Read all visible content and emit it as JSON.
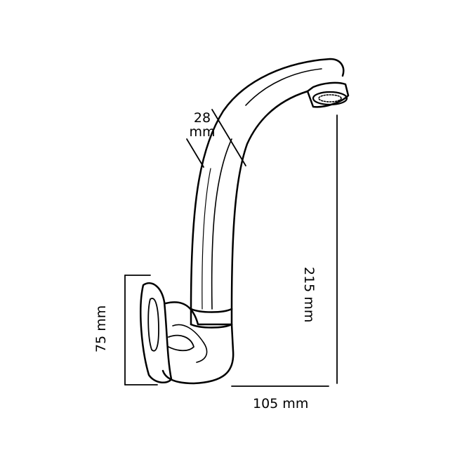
{
  "diagram": {
    "dimensions": {
      "spout_diameter_value": "28",
      "spout_diameter_unit": "mm",
      "total_height": "215 mm",
      "base_height": "75 mm",
      "reach": "105 mm"
    },
    "colors": {
      "line": "#000000",
      "background": "#ffffff"
    }
  }
}
